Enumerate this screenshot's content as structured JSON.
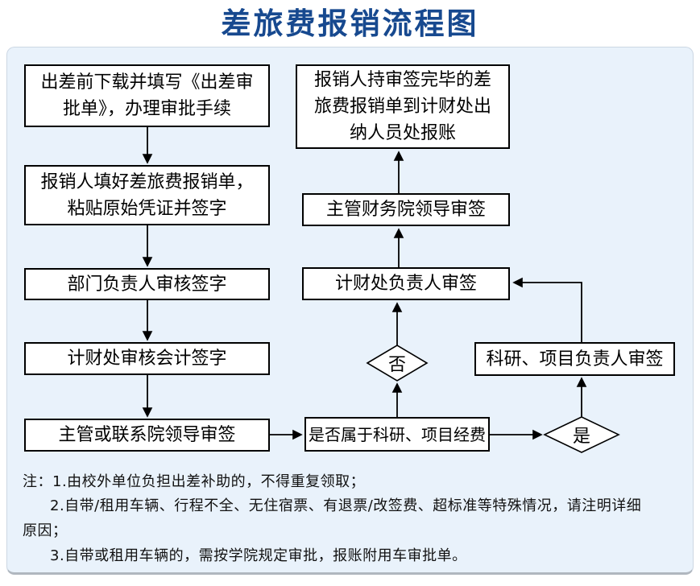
{
  "page_title": "差旅费报销流程图",
  "flowchart": {
    "nodes": {
      "prepare_approval_form": [
        "出差前下载并填写《出差审",
        "批单》，办理审批手续"
      ],
      "fill_reimbursement_form": [
        "报销人填好差旅费报销单，",
        "粘贴原始凭证并签字"
      ],
      "dept_head_review": "部门负责人审核签字",
      "finance_accountant_review": "计财处审核会计签字",
      "college_leader_approval": "主管或联系院领导审签",
      "is_research_project_fund": "是否属于科研、项目经费",
      "decision_no": "否",
      "decision_yes": "是",
      "research_project_leader_approval": "科研、项目负责人审签",
      "finance_head_approval": "计财处负责人审签",
      "finance_college_leader_approval": "主管财务院领导审签",
      "cashier_reimbursement": [
        "报销人持审签完毕的差",
        "旅费报销单到计财处出",
        "纳人员处报账"
      ]
    }
  },
  "notes": {
    "line1": "注：1.由校外单位负担出差补助的，不得重复领取；",
    "line2": "2.自带/租用车辆、行程不全、无住宿票、有退票/改签费、超标准等特殊情况，请注明详细",
    "line3": "原因；",
    "line4": "3.自带或租用车辆的，需按学院规定审批，报账附用车审批单。"
  },
  "colors": {
    "title_text": "#17498f",
    "panel_background": "#e9f2fb",
    "node_background": "#ffffff",
    "node_border": "#000000",
    "arrow": "#000000"
  }
}
